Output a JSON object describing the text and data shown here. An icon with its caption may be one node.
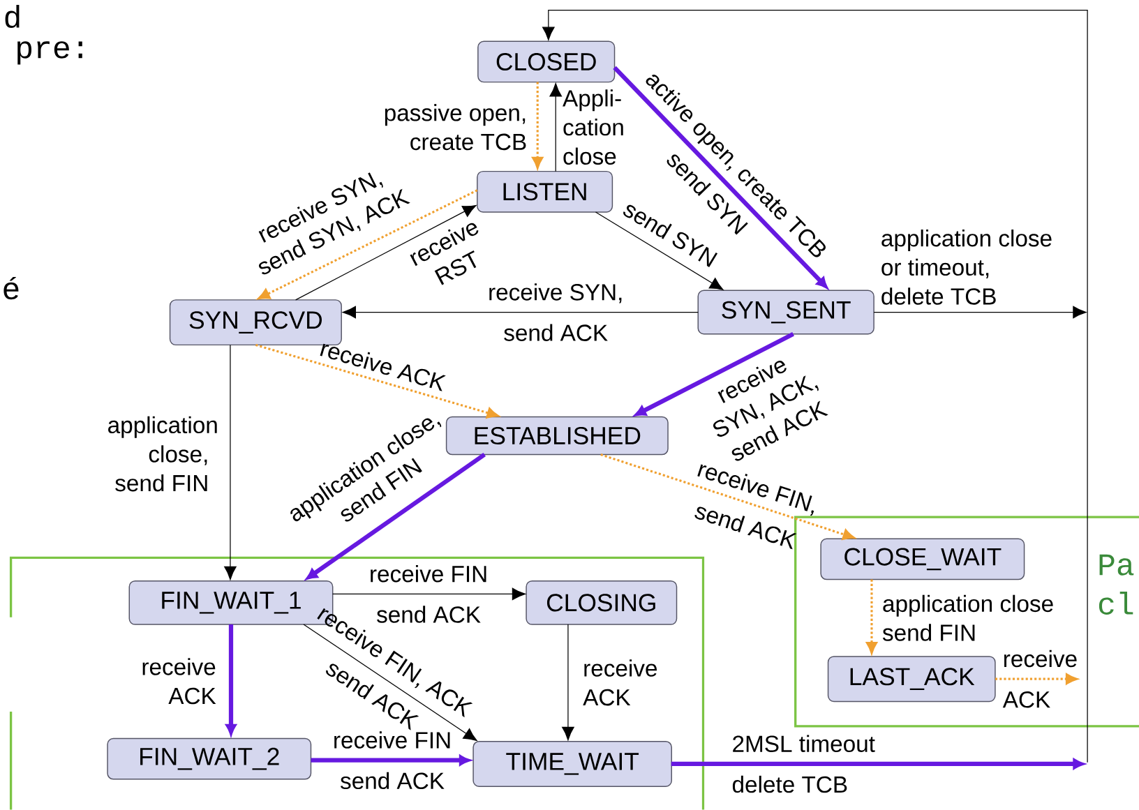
{
  "diagram": {
    "nodes": [
      {
        "text": [
          "CLOSED"
        ]
      },
      {
        "text": [
          "LISTEN"
        ]
      },
      {
        "text": [
          "SYN_RCVD"
        ]
      },
      {
        "text": [
          "SYN_SENT"
        ]
      },
      {
        "text": [
          "ESTABLISHED"
        ]
      },
      {
        "text": [
          "CLOSE_WAIT"
        ]
      },
      {
        "text": [
          "FIN_WAIT_1"
        ]
      },
      {
        "text": [
          "CLOSING"
        ]
      },
      {
        "text": [
          "LAST_ACK"
        ]
      },
      {
        "text": [
          "FIN_WAIT_2"
        ]
      },
      {
        "text": [
          "TIME_WAIT"
        ]
      }
    ],
    "edges": [
      {
        "from": 0,
        "to": 1,
        "arrow": "to",
        "label": "passive open, create TCB",
        "style": "dashed",
        "color": "#f0a030"
      },
      {
        "from": 1,
        "to": 0,
        "arrow": "to",
        "label": "Appli- cation close"
      },
      {
        "from": 0,
        "to": 3,
        "arrow": "to",
        "label": "active open, create TCB send SYN",
        "style": "thick",
        "color": "#6619e0"
      },
      {
        "from": 1,
        "to": 3,
        "arrow": "to",
        "label": "send SYN"
      },
      {
        "from": 1,
        "to": 2,
        "arrow": "to",
        "label": "receive SYN, send SYN, ACK",
        "style": "dashed",
        "color": "#f0a030"
      },
      {
        "from": 2,
        "to": 1,
        "arrow": "to",
        "label": "receive RST"
      },
      {
        "from": 3,
        "to": 2,
        "arrow": "to",
        "label": "receive SYN, send ACK"
      },
      {
        "from": 2,
        "to": 4,
        "arrow": "to",
        "label": "receive ACK",
        "style": "dashed",
        "color": "#f0a030"
      },
      {
        "from": 3,
        "to": 4,
        "arrow": "to",
        "label": "receive SYN, ACK, send ACK",
        "style": "thick",
        "color": "#6619e0"
      },
      {
        "from": 3,
        "to": null,
        "arrow": "to",
        "label": "application close or timeout, delete TCB"
      },
      {
        "from": 2,
        "to": 6,
        "arrow": "to",
        "label": "application close, send FIN"
      },
      {
        "from": 4,
        "to": 6,
        "arrow": "to",
        "label": "application close, send FIN",
        "style": "thick",
        "color": "#6619e0"
      },
      {
        "from": 4,
        "to": 5,
        "arrow": "to",
        "label": "receive FIN, send ACK",
        "style": "dashed",
        "color": "#f0a030"
      },
      {
        "from": 6,
        "to": 7,
        "arrow": "to",
        "label": "receive FIN send ACK"
      },
      {
        "from": 6,
        "to": 9,
        "arrow": "to",
        "label": "receive ACK",
        "style": "thick",
        "color": "#6619e0"
      },
      {
        "from": 6,
        "to": 10,
        "arrow": "to",
        "label": "receive FIN, ACK send ACK"
      },
      {
        "from": 7,
        "to": 10,
        "arrow": "to",
        "label": "receive ACK"
      },
      {
        "from": 5,
        "to": 8,
        "arrow": "to",
        "label": "application close send FIN",
        "style": "dashed",
        "color": "#f0a030"
      },
      {
        "from": 8,
        "to": null,
        "arrow": "to",
        "label": "receive ACK",
        "style": "dashed",
        "color": "#f0a030"
      },
      {
        "from": 9,
        "to": 10,
        "arrow": "to",
        "label": "receive FIN send ACK",
        "style": "thick",
        "color": "#6619e0"
      },
      {
        "from": 10,
        "to": null,
        "arrow": "to",
        "label": "2MSL timeout delete TCB",
        "style": "thick",
        "color": "#6619e0"
      },
      {
        "from": null,
        "to": 0,
        "arrow": "to"
      }
    ],
    "labels": [
      "d",
      "pre:",
      "é",
      "Pa",
      "cl"
    ]
  }
}
